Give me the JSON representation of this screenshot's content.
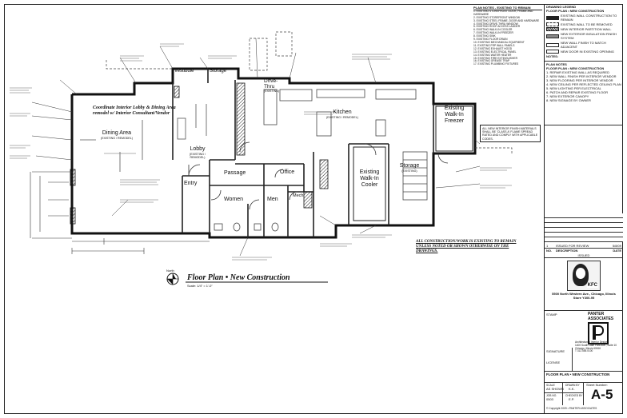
{
  "drawing": {
    "title": "Floor Plan • New Construction",
    "scale": "Scale: 1/4\" = 1'-0\"",
    "north": "North",
    "general_note": "ALL CONSTRUCTION/WORK IS EXISTING TO REMAIN UNLESS NOTED OR SHOWN OTHERWISE ON THE DRAWINGS.",
    "interior_note": "Coordinate Interior Lobby & Dining Area remodel w/ Interior Consultant/Vendor",
    "finish_note": "ALL NEW INTERIOR FINISH MATERIALS SHALL BE 'CLASS A' FLAME SPREAD RATED AND COMPLY WITH APPLICABLE CODES."
  },
  "rooms": [
    {
      "id": "dining",
      "label": "Dining Area",
      "sub": "(EXISTING / REMODEL)"
    },
    {
      "id": "lobby",
      "label": "Lobby",
      "sub": "(EXISTING / REMODEL)"
    },
    {
      "id": "entry",
      "label": "Entry",
      "sub": ""
    },
    {
      "id": "vestibule",
      "label": "Vestibule",
      "sub": ""
    },
    {
      "id": "storage_top",
      "label": "Storage",
      "sub": ""
    },
    {
      "id": "drive_thru",
      "label": "Drive-Thru",
      "sub": "(EXISTING)"
    },
    {
      "id": "kitchen",
      "label": "Kitchen",
      "sub": "(EXISTING / REMODEL)"
    },
    {
      "id": "freezer",
      "label": "Existing Walk-In Freezer",
      "sub": ""
    },
    {
      "id": "cooler",
      "label": "Existing Walk-In Cooler",
      "sub": ""
    },
    {
      "id": "storage_right",
      "label": "Storage",
      "sub": "(EXISTING)"
    },
    {
      "id": "passage",
      "label": "Passage",
      "sub": ""
    },
    {
      "id": "office",
      "label": "Office",
      "sub": ""
    },
    {
      "id": "women",
      "label": "Women",
      "sub": ""
    },
    {
      "id": "men",
      "label": "Men",
      "sub": ""
    },
    {
      "id": "mech",
      "label": "Mech.",
      "sub": ""
    }
  ],
  "plan_notes": {
    "title": "PLAN NOTES - EXISTING TO REMAIN",
    "items": [
      "EXISTING STOREFRONT DOOR, FRAME AND HARDWARE",
      "EXISTING STOREFRONT WINDOW",
      "EXISTING STEEL FRAME, DOOR AND HARDWARE",
      "EXISTING DRIVE-THRU WINDOW",
      "EXISTING ROOF ACCESS LADDER",
      "EXISTING WALK-IN COOLER",
      "EXISTING WALK-IN FREEZER",
      "EXISTING SINK",
      "EXISTING FLOOR DRAIN",
      "EXISTING MECHANICAL EQUIPMENT",
      "EXISTING FRP WALL PANELS",
      "EXISTING EXHAUST HOOD",
      "EXISTING ELECTRICAL PANEL",
      "EXISTING WATER HEATER",
      "EXISTING FIRE EXTINGUISHER",
      "EXISTING GREASE TRAP",
      "EXISTING PLUMBING FIXTURES"
    ]
  },
  "legend": {
    "title": "DRAWING LEGEND",
    "subtitle": "FLOOR PLAN • NEW CONSTRUCTION",
    "items": [
      "EXISTING WALL CONSTRUCTION TO REMAIN",
      "EXISTING WALL TO BE REMOVED",
      "NEW INTERIOR PARTITION WALL",
      "NEW EXTERIOR INSULATION FINISH SYSTEM",
      "NEW WALL FINISH TO MATCH ADJACENT",
      "NEW DOOR IN EXISTING OPENING"
    ],
    "notes_title": "NOTES:"
  },
  "plan_notes_2": {
    "title": "PLAN NOTES",
    "subtitle": "FLOOR PLAN • NEW CONSTRUCTION",
    "items": [
      "REPAIR EXISTING WALL AS REQUIRED",
      "NEW WALL FINISH PER INTERIOR VENDOR",
      "NEW FLOORING PER INTERIOR VENDOR",
      "NEW CEILING PER REFLECTED CEILING PLAN",
      "NEW LIGHTING PER ELECTRICAL",
      "PATCH AND REPAIR EXISTING FLOOR",
      "NEW EXTERIOR CANOPY",
      "NEW SIGNAGE BY OWNER"
    ]
  },
  "revisions": {
    "row": {
      "no": "1",
      "desc": "ISSUED FOR REVIEW",
      "date": "5/8/09"
    },
    "headers": {
      "no": "NO.",
      "desc": "DESCRIPTION",
      "date": "DATE"
    },
    "caption": "ISSUED"
  },
  "client": {
    "logo": "KFC",
    "address": "5500 North Western Ave., Chicago, Illinois",
    "store": "Store Y300-95"
  },
  "architect": {
    "name": "PANTER ASSOCIATES",
    "stamp_label": "STAMP",
    "signature_label": "SIGNATURE",
    "license_label": "LICENSE",
    "firm_lines": [
      "Architecture • Interior Design",
      "1400 South Lake Park Ave., Suite 10",
      "Chicago, Illinois 60616",
      "T 312.555.0100"
    ]
  },
  "sheet": {
    "name": "FLOOR PLAN • NEW CONSTRUCTION",
    "scale_label": "SCALE",
    "scale_val": "AS SHOWN",
    "drawn_label": "DRAWN BY",
    "drawn_val": "K.K.",
    "job_label": "JOB NO.",
    "job_val": "0503",
    "checked_label": "CHECKED BY",
    "checked_val": "E.P.",
    "number_label": "Sheet Number:",
    "number": "A-5",
    "copyright": "© Copyright 2009 • PANTER ASSOCIATES"
  }
}
